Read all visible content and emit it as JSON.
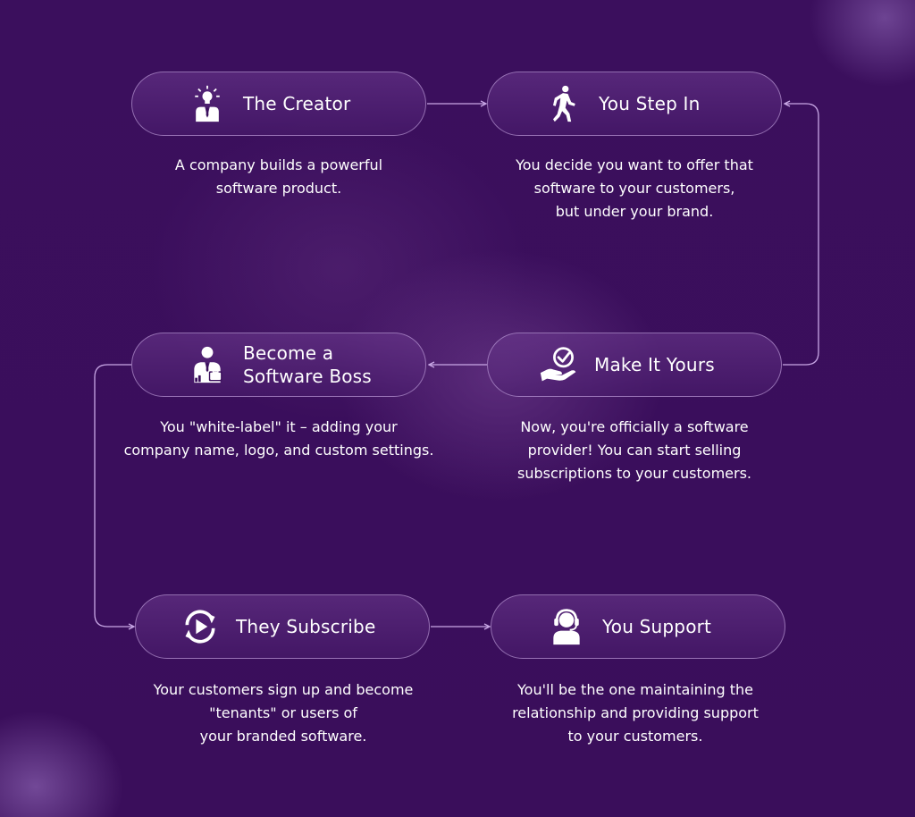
{
  "steps": [
    {
      "id": "creator",
      "title": "The Creator",
      "icon": "lightbulb-person-icon",
      "description": "A company builds a powerful\nsoftware product."
    },
    {
      "id": "step-in",
      "title": "You Step In",
      "icon": "walking-person-icon",
      "description": "You decide you want to offer that\nsoftware to your customers,\nbut under your brand."
    },
    {
      "id": "make-yours",
      "title": "Make It Yours",
      "icon": "hand-check-icon",
      "description": "Now, you're officially a software\nprovider! You can start selling\nsubscriptions to your customers."
    },
    {
      "id": "boss",
      "title": "Become a\nSoftware Boss",
      "icon": "businessman-briefcase-icon",
      "description": "You \"white-label\" it – adding your\ncompany name, logo, and custom settings."
    },
    {
      "id": "subscribe",
      "title": "They Subscribe",
      "icon": "play-cycle-icon",
      "description": "Your customers sign up and become\n\"tenants\" or users of\nyour branded software."
    },
    {
      "id": "support",
      "title": "You Support",
      "icon": "headset-person-icon",
      "description": "You'll be the one maintaining the\nrelationship and providing support\nto your customers."
    }
  ],
  "colors": {
    "background": "#3a0f5c",
    "card_border": "#d2b4eb",
    "text": "#ffffff",
    "connector": "#c9a8e6"
  }
}
